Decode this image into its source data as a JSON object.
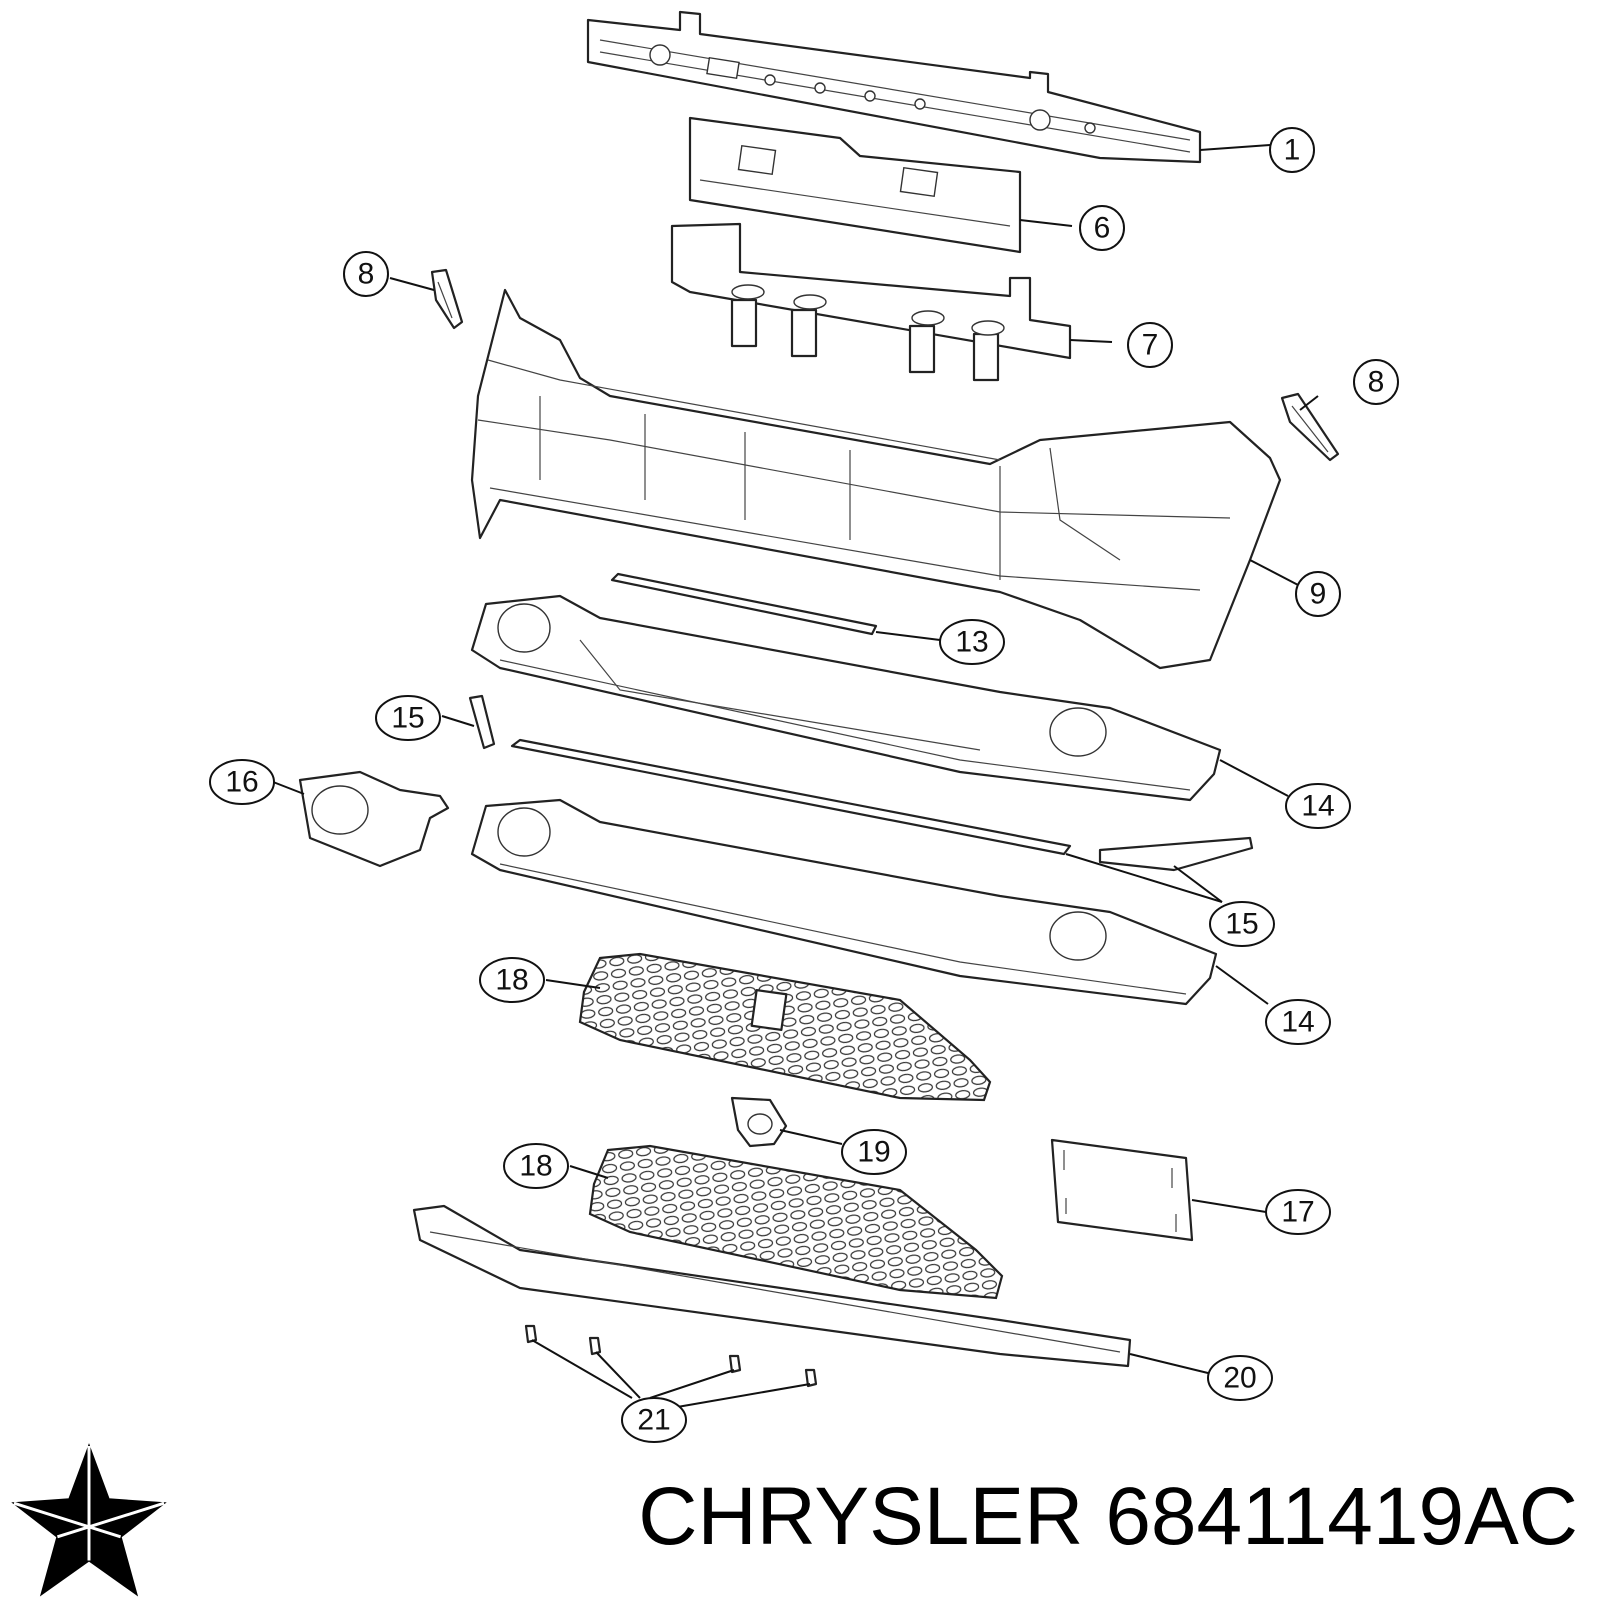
{
  "callouts": [
    {
      "id": "1",
      "label": "1"
    },
    {
      "id": "6",
      "label": "6"
    },
    {
      "id": "7",
      "label": "7"
    },
    {
      "id": "8a",
      "label": "8"
    },
    {
      "id": "8b",
      "label": "8"
    },
    {
      "id": "9",
      "label": "9"
    },
    {
      "id": "13",
      "label": "13"
    },
    {
      "id": "15a",
      "label": "15"
    },
    {
      "id": "16",
      "label": "16"
    },
    {
      "id": "14a",
      "label": "14"
    },
    {
      "id": "15b",
      "label": "15"
    },
    {
      "id": "14b",
      "label": "14"
    },
    {
      "id": "18a",
      "label": "18"
    },
    {
      "id": "19",
      "label": "19"
    },
    {
      "id": "18b",
      "label": "18"
    },
    {
      "id": "17",
      "label": "17"
    },
    {
      "id": "20",
      "label": "20"
    },
    {
      "id": "21",
      "label": "21"
    }
  ],
  "footer": {
    "brand": "CHRYSLER",
    "part_number": "68411419AC"
  },
  "colors": {
    "line": "#222222",
    "background": "#ffffff",
    "text": "#000000"
  },
  "logo": {
    "icon": "chrysler-pentastar-logo"
  }
}
